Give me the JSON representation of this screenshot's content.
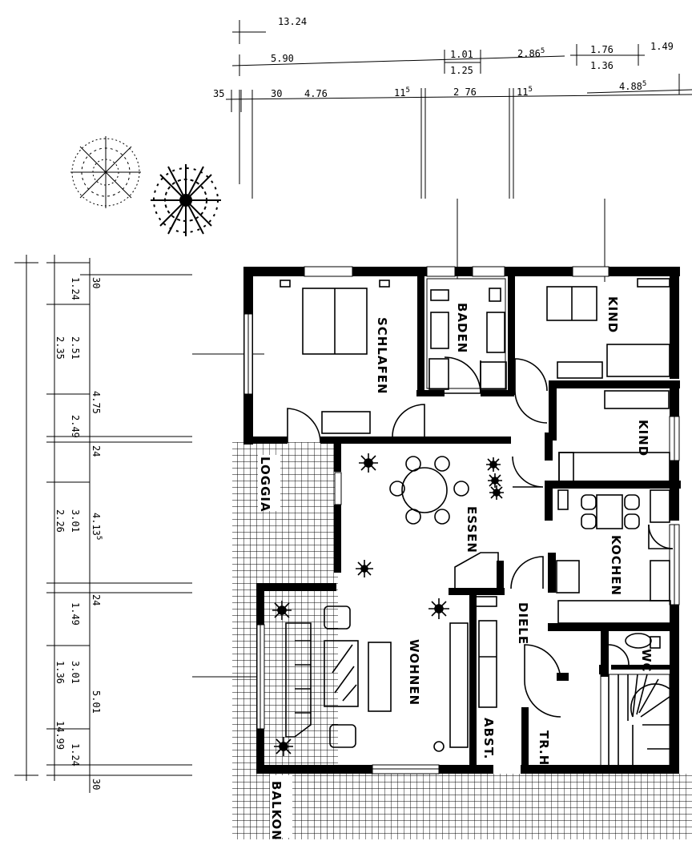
{
  "rooms": {
    "schlafen": "SCHLAFEN",
    "baden": "BADEN",
    "kind1": "KIND",
    "kind2": "KIND",
    "essen": "ESSEN",
    "kochen": "KOCHEN",
    "loggia": "LOGGIA",
    "diele": "DIELE",
    "wohnen": "WOHNEN",
    "wc": "WC",
    "abst": "ABST.",
    "trh": "TR.H",
    "balkon": "BALKON"
  },
  "dims_top": {
    "total": "13.24",
    "a": "5.90",
    "b1": "1.01",
    "b2": "1.25",
    "c": "2.86",
    "c_sup": "5",
    "d1": "1.76",
    "d2": "1.36",
    "e": "1.49",
    "f": "35",
    "g": "30",
    "h": "4.76",
    "i": "11",
    "i_sup": "5",
    "j": "2 76",
    "k": "11",
    "k_sup": "5",
    "l": "4.88",
    "l_sup": "5"
  },
  "dims_left": {
    "total": "14.99",
    "o1": "2.35",
    "o2": "2.26",
    "o3": "1.36",
    "m1": "1.24",
    "m2": "2.51",
    "m3": "2.49",
    "m4": "3.01",
    "m5": "1.49",
    "m6": "3.01",
    "m7": "1.24",
    "i1": "30",
    "i2": "4.75",
    "i3": "24",
    "i4": "4.13",
    "i4_sup": "5",
    "i5": "24",
    "i6": "5.01",
    "i7": "30"
  }
}
